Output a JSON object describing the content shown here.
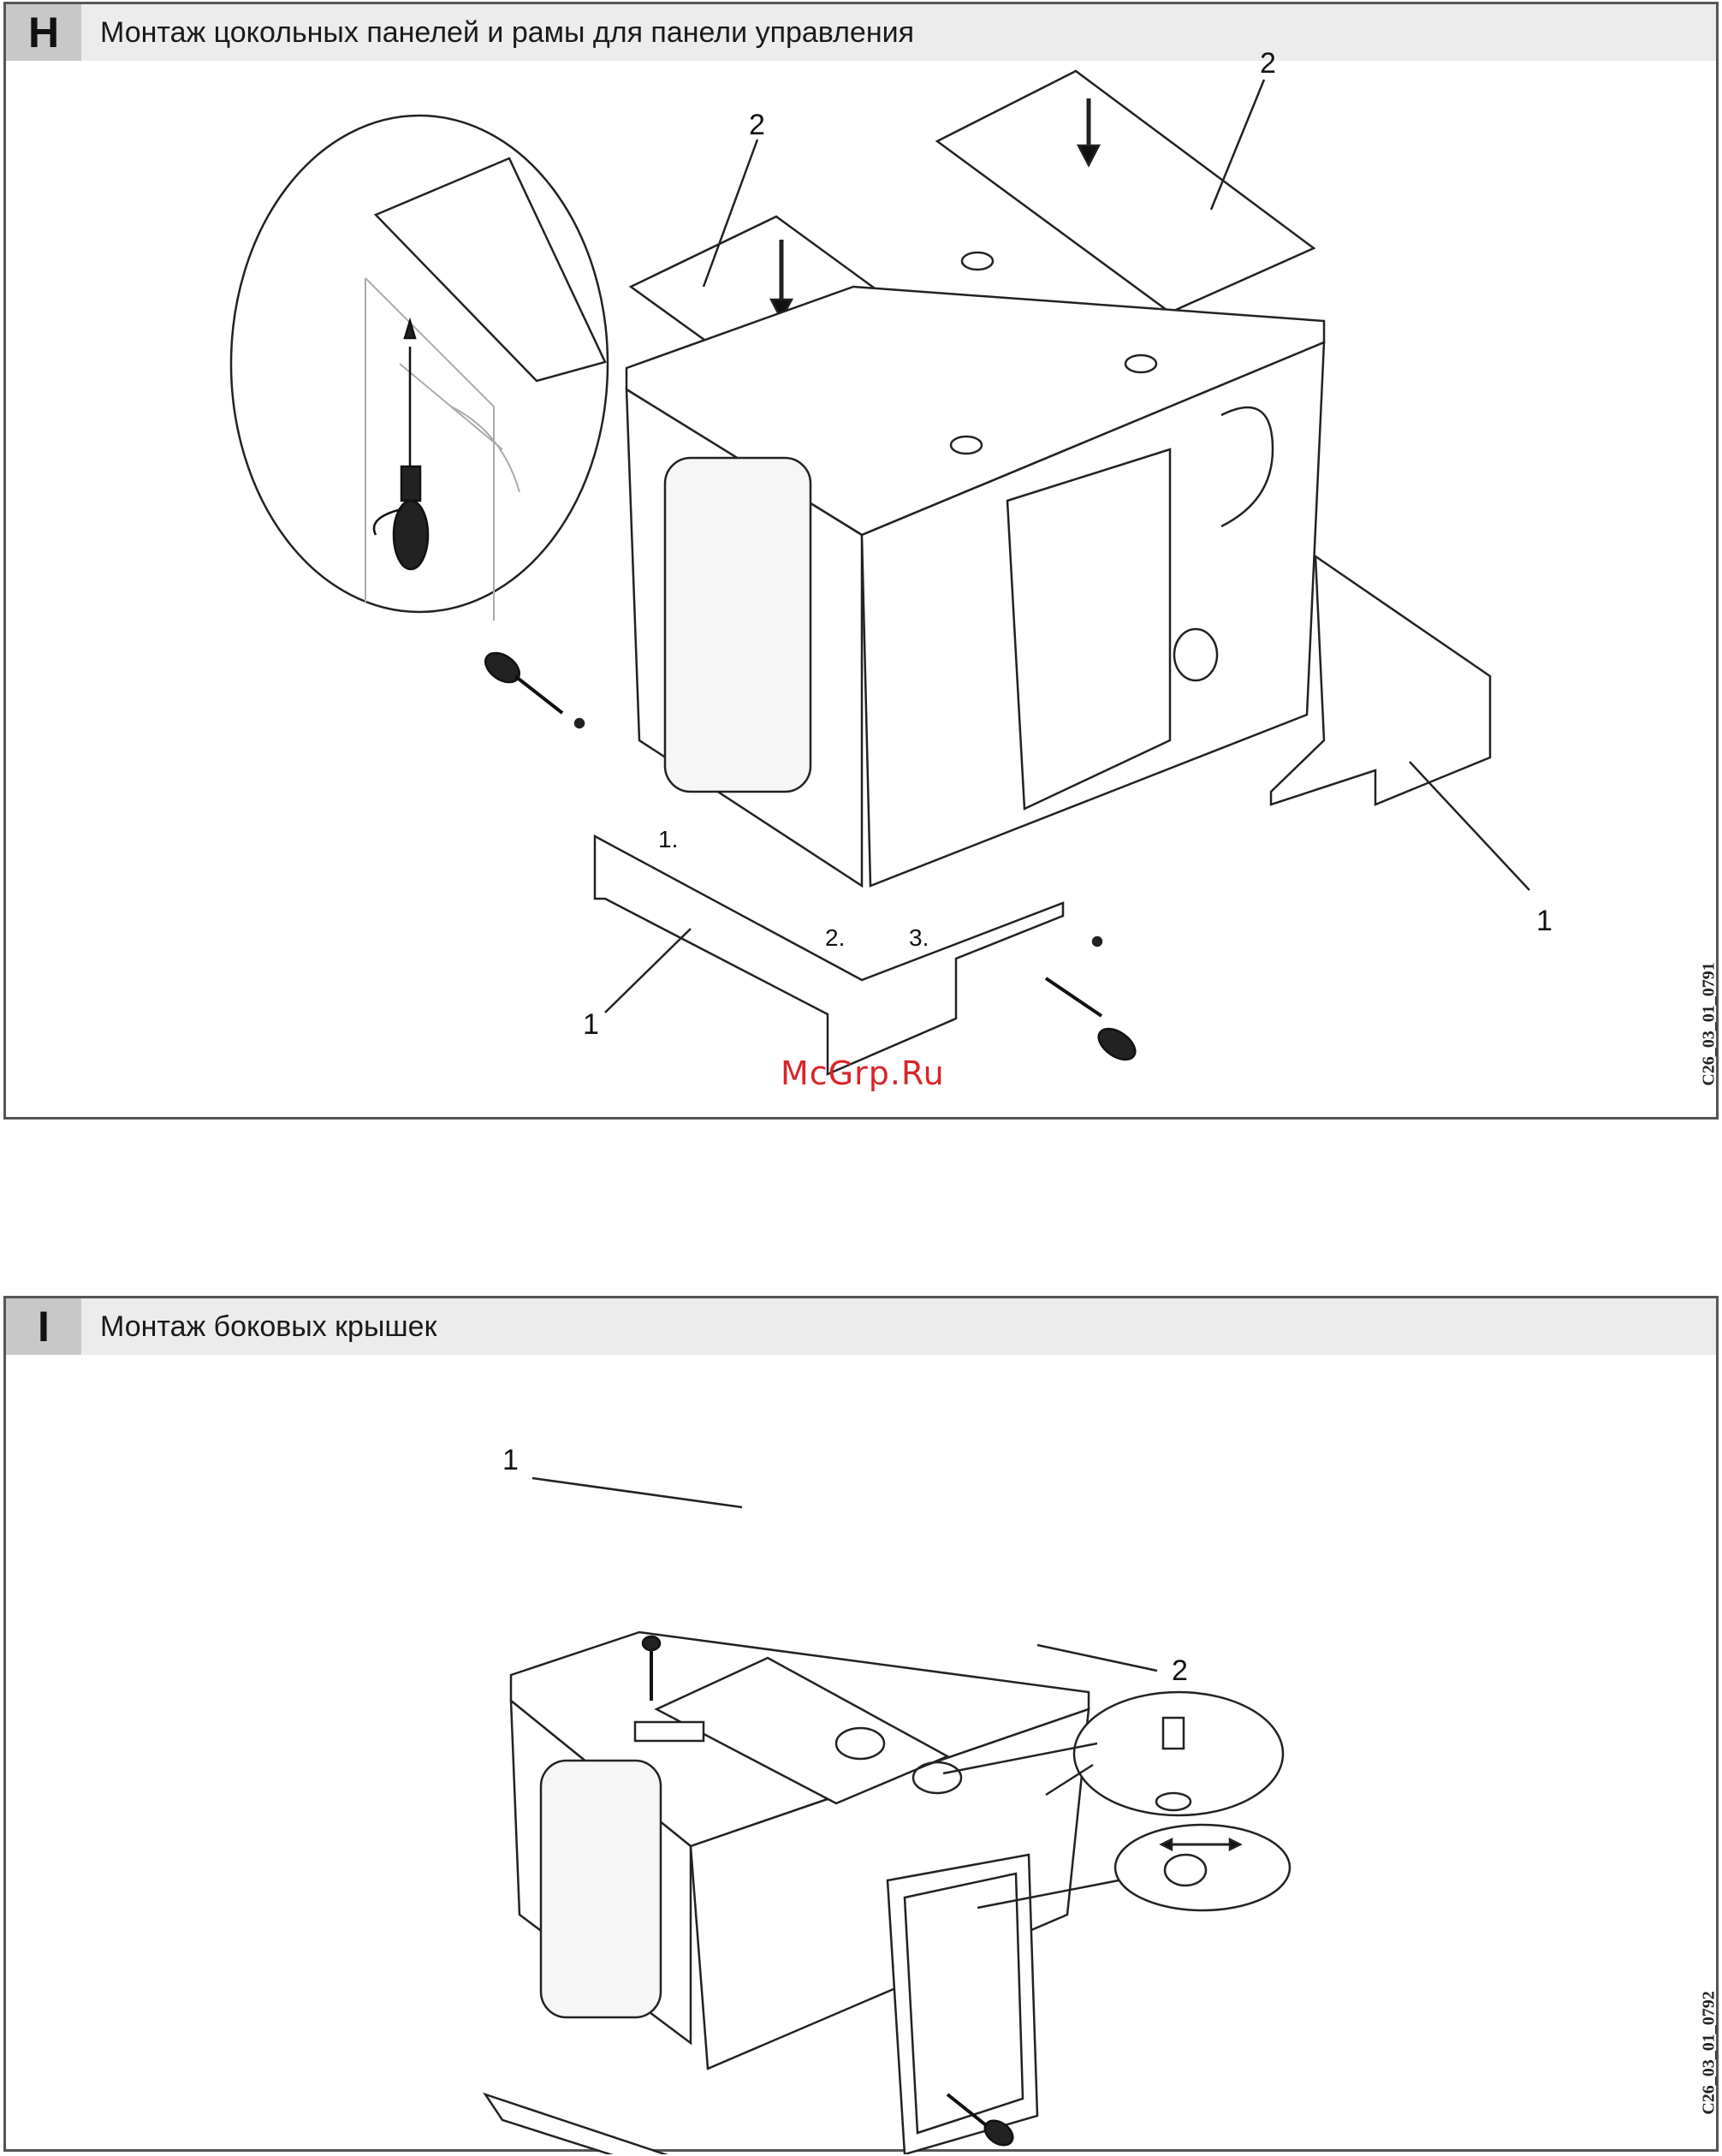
{
  "section_h": {
    "letter": "H",
    "title": "Монтаж цокольных панелей и рамы для панели управления",
    "labels": {
      "cover": "2",
      "plinth": "1"
    },
    "steps": [
      "1.",
      "2.",
      "3."
    ],
    "figure_code": "C26_03_01_0791"
  },
  "section_i": {
    "letter": "I",
    "title": "Монтаж боковых крышек",
    "labels": {
      "cover": "1",
      "frame": "2"
    },
    "figure_code": "C26_03_01_0792"
  },
  "watermark": "McGrp.Ru",
  "colors": {
    "border": "#555555",
    "header_bg": "#ececec",
    "letter_bg": "#c8c8c8",
    "watermark": "#d8252a"
  }
}
